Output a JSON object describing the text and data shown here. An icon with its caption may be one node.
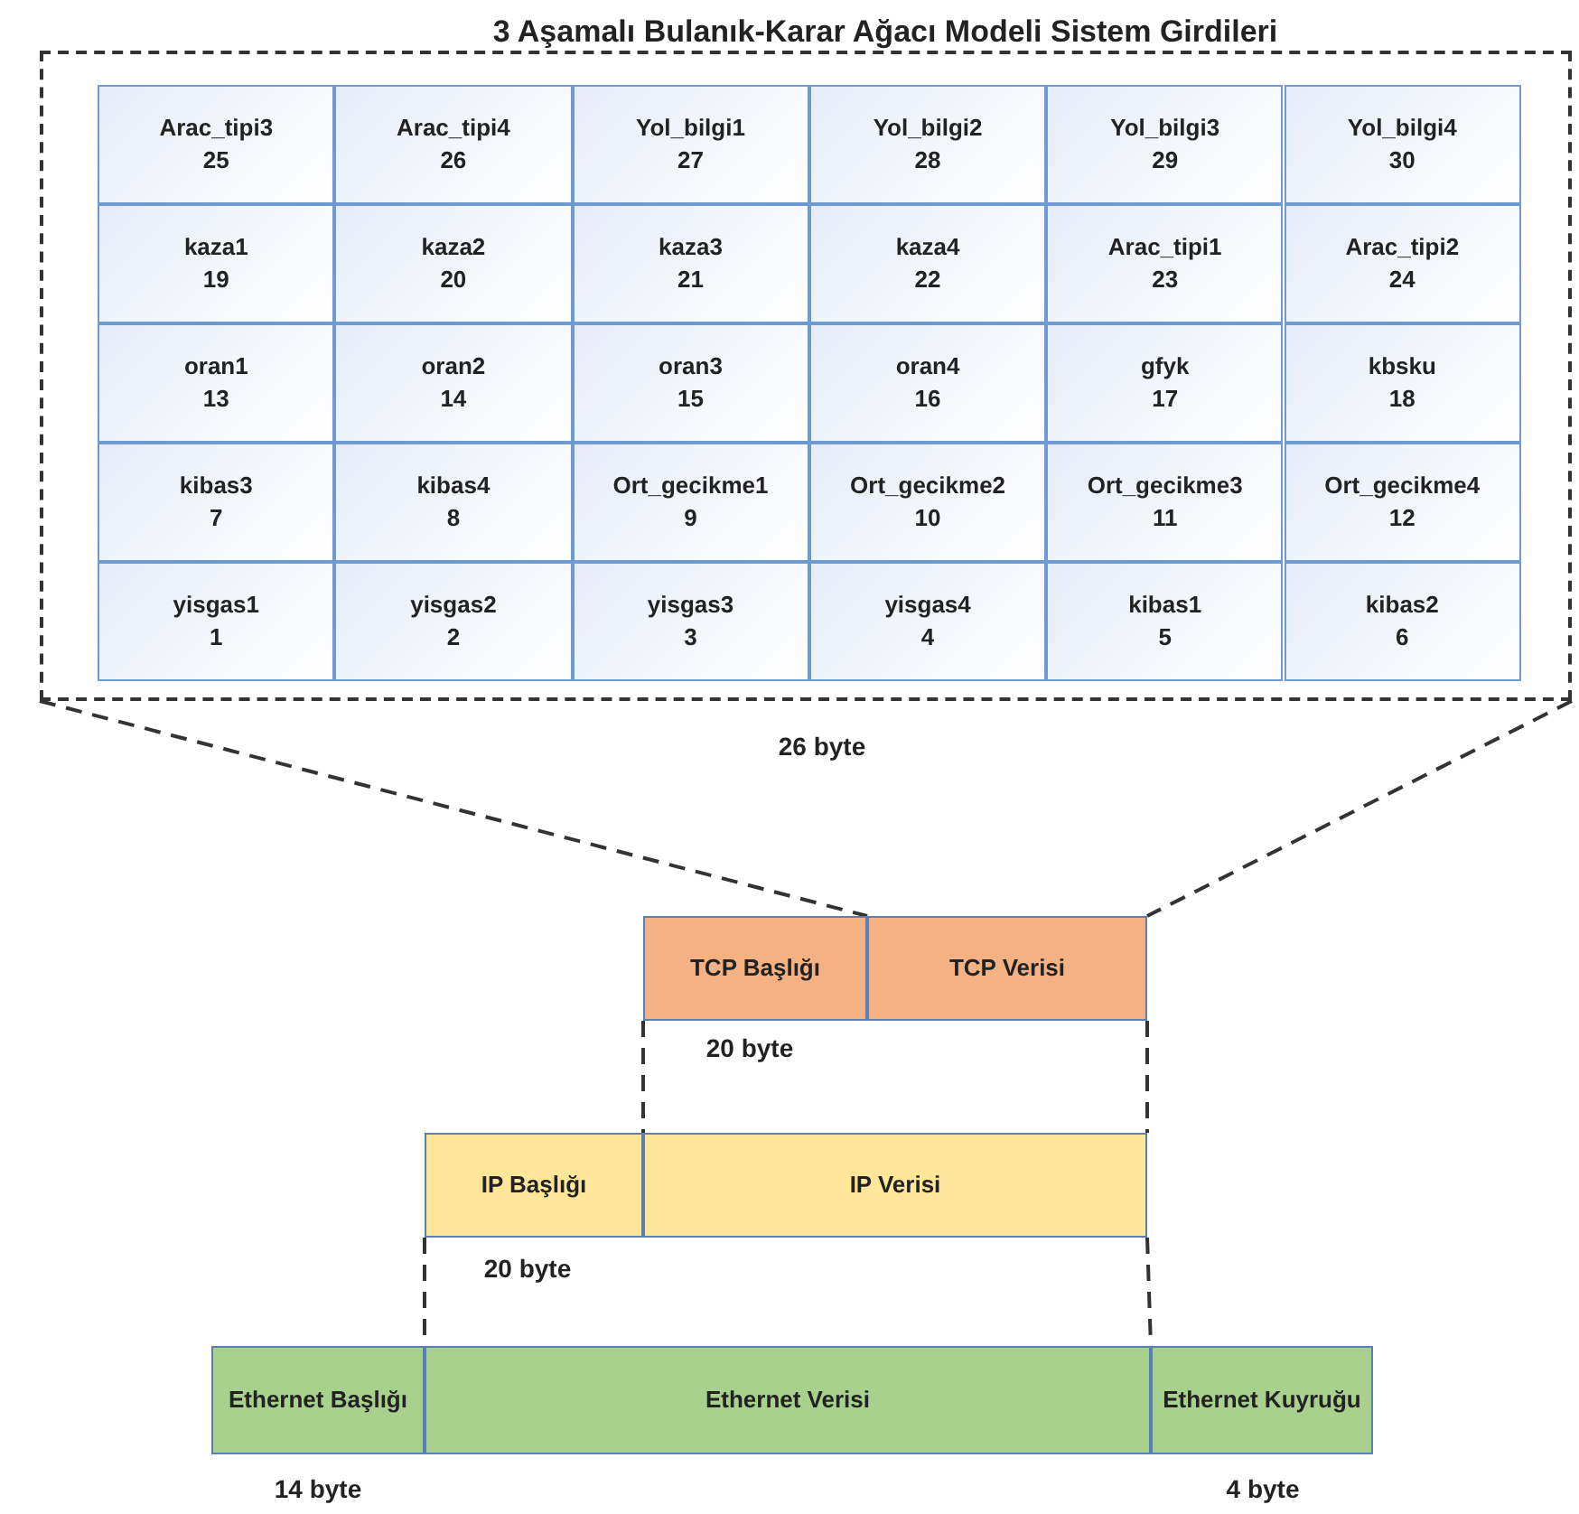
{
  "diagram": {
    "title": "3 Aşamalı Bulanık-Karar Ağacı Modeli Sistem Girdileri",
    "nodes": [
      {
        "text": [],
        "shape": "box",
        "beside": [
          "26 byte"
        ]
      },
      {
        "text": [
          "Arac_tipi3",
          "25"
        ],
        "in": 0
      },
      {
        "text": [
          "Arac_tipi4",
          "26"
        ],
        "in": 0
      },
      {
        "text": [
          "Yol_bilgi1",
          "27"
        ],
        "in": 0
      },
      {
        "text": [
          "Yol_bilgi2",
          "28"
        ],
        "in": 0
      },
      {
        "text": [
          "Yol_bilgi3",
          "29"
        ],
        "in": 0
      },
      {
        "text": [
          "Yol_bilgi4",
          "30"
        ],
        "in": 0
      },
      {
        "text": [
          "kaza1",
          "19"
        ],
        "in": 0
      },
      {
        "text": [
          "kaza2",
          "20"
        ],
        "in": 0
      },
      {
        "text": [
          "kaza3",
          "21"
        ],
        "in": 0
      },
      {
        "text": [
          "kaza4",
          "22"
        ],
        "in": 0
      },
      {
        "text": [
          "Arac_tipi1",
          "23"
        ],
        "in": 0
      },
      {
        "text": [
          "Arac_tipi2",
          "24"
        ],
        "in": 0
      },
      {
        "text": [
          "oran1",
          "13"
        ],
        "in": 0
      },
      {
        "text": [
          "oran2",
          "14"
        ],
        "in": 0
      },
      {
        "text": [
          "oran3",
          "15"
        ],
        "in": 0
      },
      {
        "text": [
          "oran4",
          "16"
        ],
        "in": 0
      },
      {
        "text": [
          "gfyk",
          "17"
        ],
        "in": 0
      },
      {
        "text": [
          "kbsku",
          "18"
        ],
        "in": 0
      },
      {
        "text": [
          "kibas3",
          "7"
        ],
        "in": 0
      },
      {
        "text": [
          "kibas4",
          "8"
        ],
        "in": 0
      },
      {
        "text": [
          "Ort_gecikme1",
          "9"
        ],
        "in": 0
      },
      {
        "text": [
          "Ort_gecikme2",
          "10"
        ],
        "in": 0
      },
      {
        "text": [
          "Ort_gecikme3",
          "11"
        ],
        "in": 0
      },
      {
        "text": [
          "Ort_gecikme4",
          "12"
        ],
        "in": 0
      },
      {
        "text": [
          "yisgas1",
          "1"
        ],
        "in": 0
      },
      {
        "text": [
          "yisgas2",
          "2"
        ],
        "in": 0
      },
      {
        "text": [
          "yisgas3",
          "3"
        ],
        "in": 0
      },
      {
        "text": [
          "yisgas4",
          "4"
        ],
        "in": 0
      },
      {
        "text": [
          "kibas1",
          "5"
        ],
        "in": 0
      },
      {
        "text": [
          "kibas2",
          "6"
        ],
        "in": 0
      },
      {
        "text": [
          "TCP Başlığı"
        ],
        "beside": [
          "20 byte"
        ]
      },
      {
        "text": [
          "TCP Verisi"
        ]
      },
      {
        "text": [
          "IP Başlığı"
        ],
        "beside": [
          "20 byte"
        ]
      },
      {
        "text": [
          "IP Verisi"
        ]
      },
      {
        "text": [
          "Ethernet Başlığı"
        ],
        "beside": [
          "14 byte"
        ]
      },
      {
        "text": [
          "Ethernet Verisi"
        ]
      },
      {
        "text": [
          "Ethernet Kuyruğu"
        ],
        "beside": [
          "4 byte"
        ]
      }
    ],
    "edges": [
      {
        "from": 0,
        "to": 32,
        "arrow": "none",
        "style": "dashed"
      },
      {
        "from": 0,
        "to": 32,
        "arrow": "none",
        "style": "dashed"
      },
      {
        "from": 31,
        "to": 34,
        "arrow": "none",
        "style": "dashed"
      },
      {
        "from": 32,
        "to": 34,
        "arrow": "none",
        "style": "dashed"
      },
      {
        "from": 33,
        "to": 36,
        "arrow": "none",
        "style": "dashed"
      },
      {
        "from": 34,
        "to": 36,
        "arrow": "none",
        "style": "dashed"
      }
    ]
  }
}
